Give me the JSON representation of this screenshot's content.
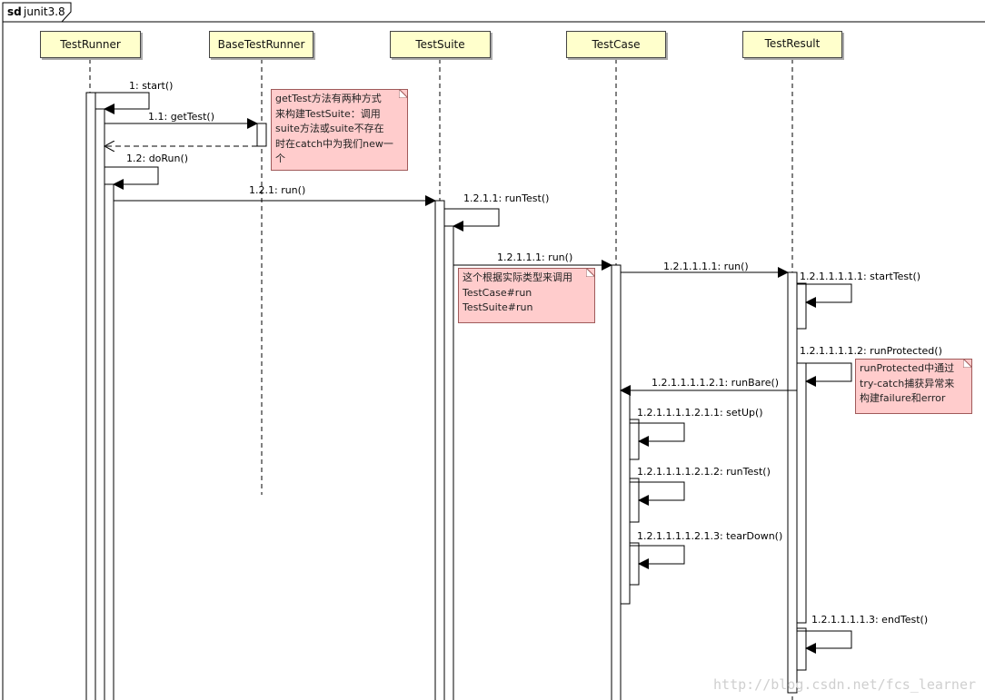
{
  "frame": {
    "keyword": "sd",
    "name": "junit3.8"
  },
  "lifelines": [
    {
      "id": "tr",
      "label": "TestRunner"
    },
    {
      "id": "btr",
      "label": "BaseTestRunner"
    },
    {
      "id": "ts",
      "label": "TestSuite"
    },
    {
      "id": "tc",
      "label": "TestCase"
    },
    {
      "id": "tres",
      "label": "TestResult"
    }
  ],
  "messages": [
    {
      "id": "m1",
      "label": "1: start()",
      "kind": "self"
    },
    {
      "id": "m11",
      "label": "1.1: getTest()",
      "kind": "call"
    },
    {
      "id": "m11r",
      "label": "",
      "kind": "return"
    },
    {
      "id": "m12",
      "label": "1.2: doRun()",
      "kind": "self"
    },
    {
      "id": "m121",
      "label": "1.2.1: run()",
      "kind": "call"
    },
    {
      "id": "m1211",
      "label": "1.2.1.1: runTest()",
      "kind": "self"
    },
    {
      "id": "m12111",
      "label": "1.2.1.1.1: run()",
      "kind": "call"
    },
    {
      "id": "m121111",
      "label": "1.2.1.1.1.1: run()",
      "kind": "call"
    },
    {
      "id": "m1211111",
      "label": "1.2.1.1.1.1.1: startTest()",
      "kind": "self"
    },
    {
      "id": "m1211112",
      "label": "1.2.1.1.1.1.2: runProtected()",
      "kind": "self"
    },
    {
      "id": "m12111121",
      "label": "1.2.1.1.1.1.2.1: runBare()",
      "kind": "call"
    },
    {
      "id": "s1",
      "label": "1.2.1.1.1.1.2.1.1: setUp()",
      "kind": "self"
    },
    {
      "id": "s2",
      "label": "1.2.1.1.1.1.2.1.2: runTest()",
      "kind": "self"
    },
    {
      "id": "s3",
      "label": "1.2.1.1.1.1.2.1.3: tearDown()",
      "kind": "self"
    },
    {
      "id": "m1211113",
      "label": "1.2.1.1.1.1.3: endTest()",
      "kind": "self"
    }
  ],
  "notes": [
    {
      "id": "n1",
      "lines": [
        "getTest方法有两种方式",
        "来构建TestSuite：调用",
        "suite方法或suite不存在",
        "时在catch中为我们new一",
        "个"
      ]
    },
    {
      "id": "n2",
      "lines": [
        "这个根据实际类型来调用",
        "TestCase#run",
        "TestSuite#run"
      ]
    },
    {
      "id": "n3",
      "lines": [
        "runProtected中通过",
        "try-catch捕获异常来",
        "构建failure和error"
      ]
    }
  ],
  "watermark": "http://blog.csdn.net/fcs_learner",
  "colors": {
    "lifebox_fill": "#ffffcc",
    "note_fill": "#ffcccc",
    "line": "#000000",
    "activation_fill": "#ffffff"
  }
}
